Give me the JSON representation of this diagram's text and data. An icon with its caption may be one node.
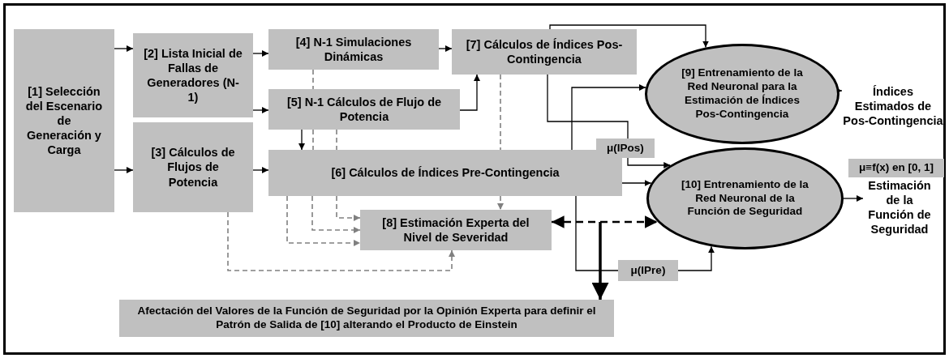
{
  "diagram": {
    "nodes": [
      {
        "text": [
          "[1] Selección del Escenario de Generación y Carga"
        ]
      },
      {
        "text": [
          "[2] Lista Inicial de Fallas de Generadores (N-1)"
        ]
      },
      {
        "text": [
          "[3] Cálculos de Flujos de Potencia"
        ]
      },
      {
        "text": [
          "[4] N-1 Simulaciones Dinámicas"
        ]
      },
      {
        "text": [
          "[5] N-1 Cálculos de Flujo de Potencia"
        ]
      },
      {
        "text": [
          "[6] Cálculos de Índices Pre-Contingencia"
        ]
      },
      {
        "text": [
          "[7] Cálculos de Índices Pos-Contingencia"
        ]
      },
      {
        "text": [
          "[8] Estimación Experta del Nivel de Severidad"
        ]
      },
      {
        "text": [
          "[9] Entrenamiento de la Red Neuronal para la Estimación de Índices Pos-Contingencia"
        ]
      },
      {
        "text": [
          "[10] Entrenamiento de la Red Neuronal de la Función de Seguridad"
        ]
      },
      {
        "text": [
          "Índices Estimados de Pos-Contingencia"
        ]
      },
      {
        "text": [
          "μ(IPos)"
        ]
      },
      {
        "text": [
          "μ≡f(x) en [0, 1]"
        ]
      },
      {
        "text": [
          "Estimación de la Función de Seguridad"
        ]
      },
      {
        "text": [
          "μ(IPre)"
        ]
      },
      {
        "text": [
          "Afectación del Valores de la Función de Seguridad por la Opinión Experta para definir el Patrón de Salida de [10] alterando el Producto de Einstein"
        ]
      }
    ],
    "edges": [
      {
        "from": 0,
        "to": 1,
        "arrow": "to"
      },
      {
        "from": 0,
        "to": 2,
        "arrow": "to"
      },
      {
        "from": 1,
        "to": 3,
        "arrow": "to"
      },
      {
        "from": 1,
        "to": 4,
        "arrow": "to"
      },
      {
        "from": 3,
        "to": 6,
        "arrow": "to"
      },
      {
        "from": 4,
        "to": 6,
        "arrow": "to"
      },
      {
        "from": 4,
        "to": 5,
        "arrow": "to"
      },
      {
        "from": 2,
        "to": 5,
        "arrow": "to"
      },
      {
        "from": 6,
        "to": 8,
        "arrow": "to"
      },
      {
        "from": 5,
        "to": 8,
        "arrow": "to"
      },
      {
        "from": 6,
        "to": 11,
        "arrow": "none"
      },
      {
        "from": 11,
        "to": 9,
        "arrow": "to"
      },
      {
        "from": 5,
        "to": 9,
        "arrow": "to"
      },
      {
        "from": 5,
        "to": 14,
        "arrow": "none"
      },
      {
        "from": 14,
        "to": 9,
        "arrow": "to"
      },
      {
        "from": 9,
        "to": 13,
        "arrow": "to"
      },
      {
        "from": 8,
        "to": 10,
        "arrow": "to"
      },
      {
        "from": 3,
        "to": 4,
        "arrow": "none",
        "style": "dashed",
        "color": "#808080"
      },
      {
        "from": 4,
        "to": 5,
        "arrow": "none",
        "style": "dashed",
        "color": "#808080"
      },
      {
        "from": 4,
        "to": 5,
        "arrow": "none",
        "style": "dashed",
        "color": "#808080"
      },
      {
        "from": 5,
        "to": 7,
        "arrow": "to",
        "style": "dashed",
        "color": "#808080"
      },
      {
        "from": 5,
        "to": 7,
        "arrow": "to",
        "style": "dashed",
        "color": "#808080"
      },
      {
        "from": 5,
        "to": 7,
        "arrow": "to",
        "style": "dashed",
        "color": "#808080"
      },
      {
        "from": 6,
        "to": 5,
        "arrow": "none",
        "style": "dashed",
        "color": "#808080"
      },
      {
        "from": 5,
        "to": 7,
        "arrow": "to",
        "style": "dashed",
        "color": "#808080"
      },
      {
        "from": 2,
        "to": 7,
        "arrow": "to",
        "style": "dashed",
        "color": "#808080"
      },
      {
        "from": 7,
        "to": 9,
        "arrow": "both",
        "style": "dashed"
      },
      {
        "from": null,
        "to": 15,
        "arrow": "to",
        "style": "thick"
      }
    ]
  }
}
